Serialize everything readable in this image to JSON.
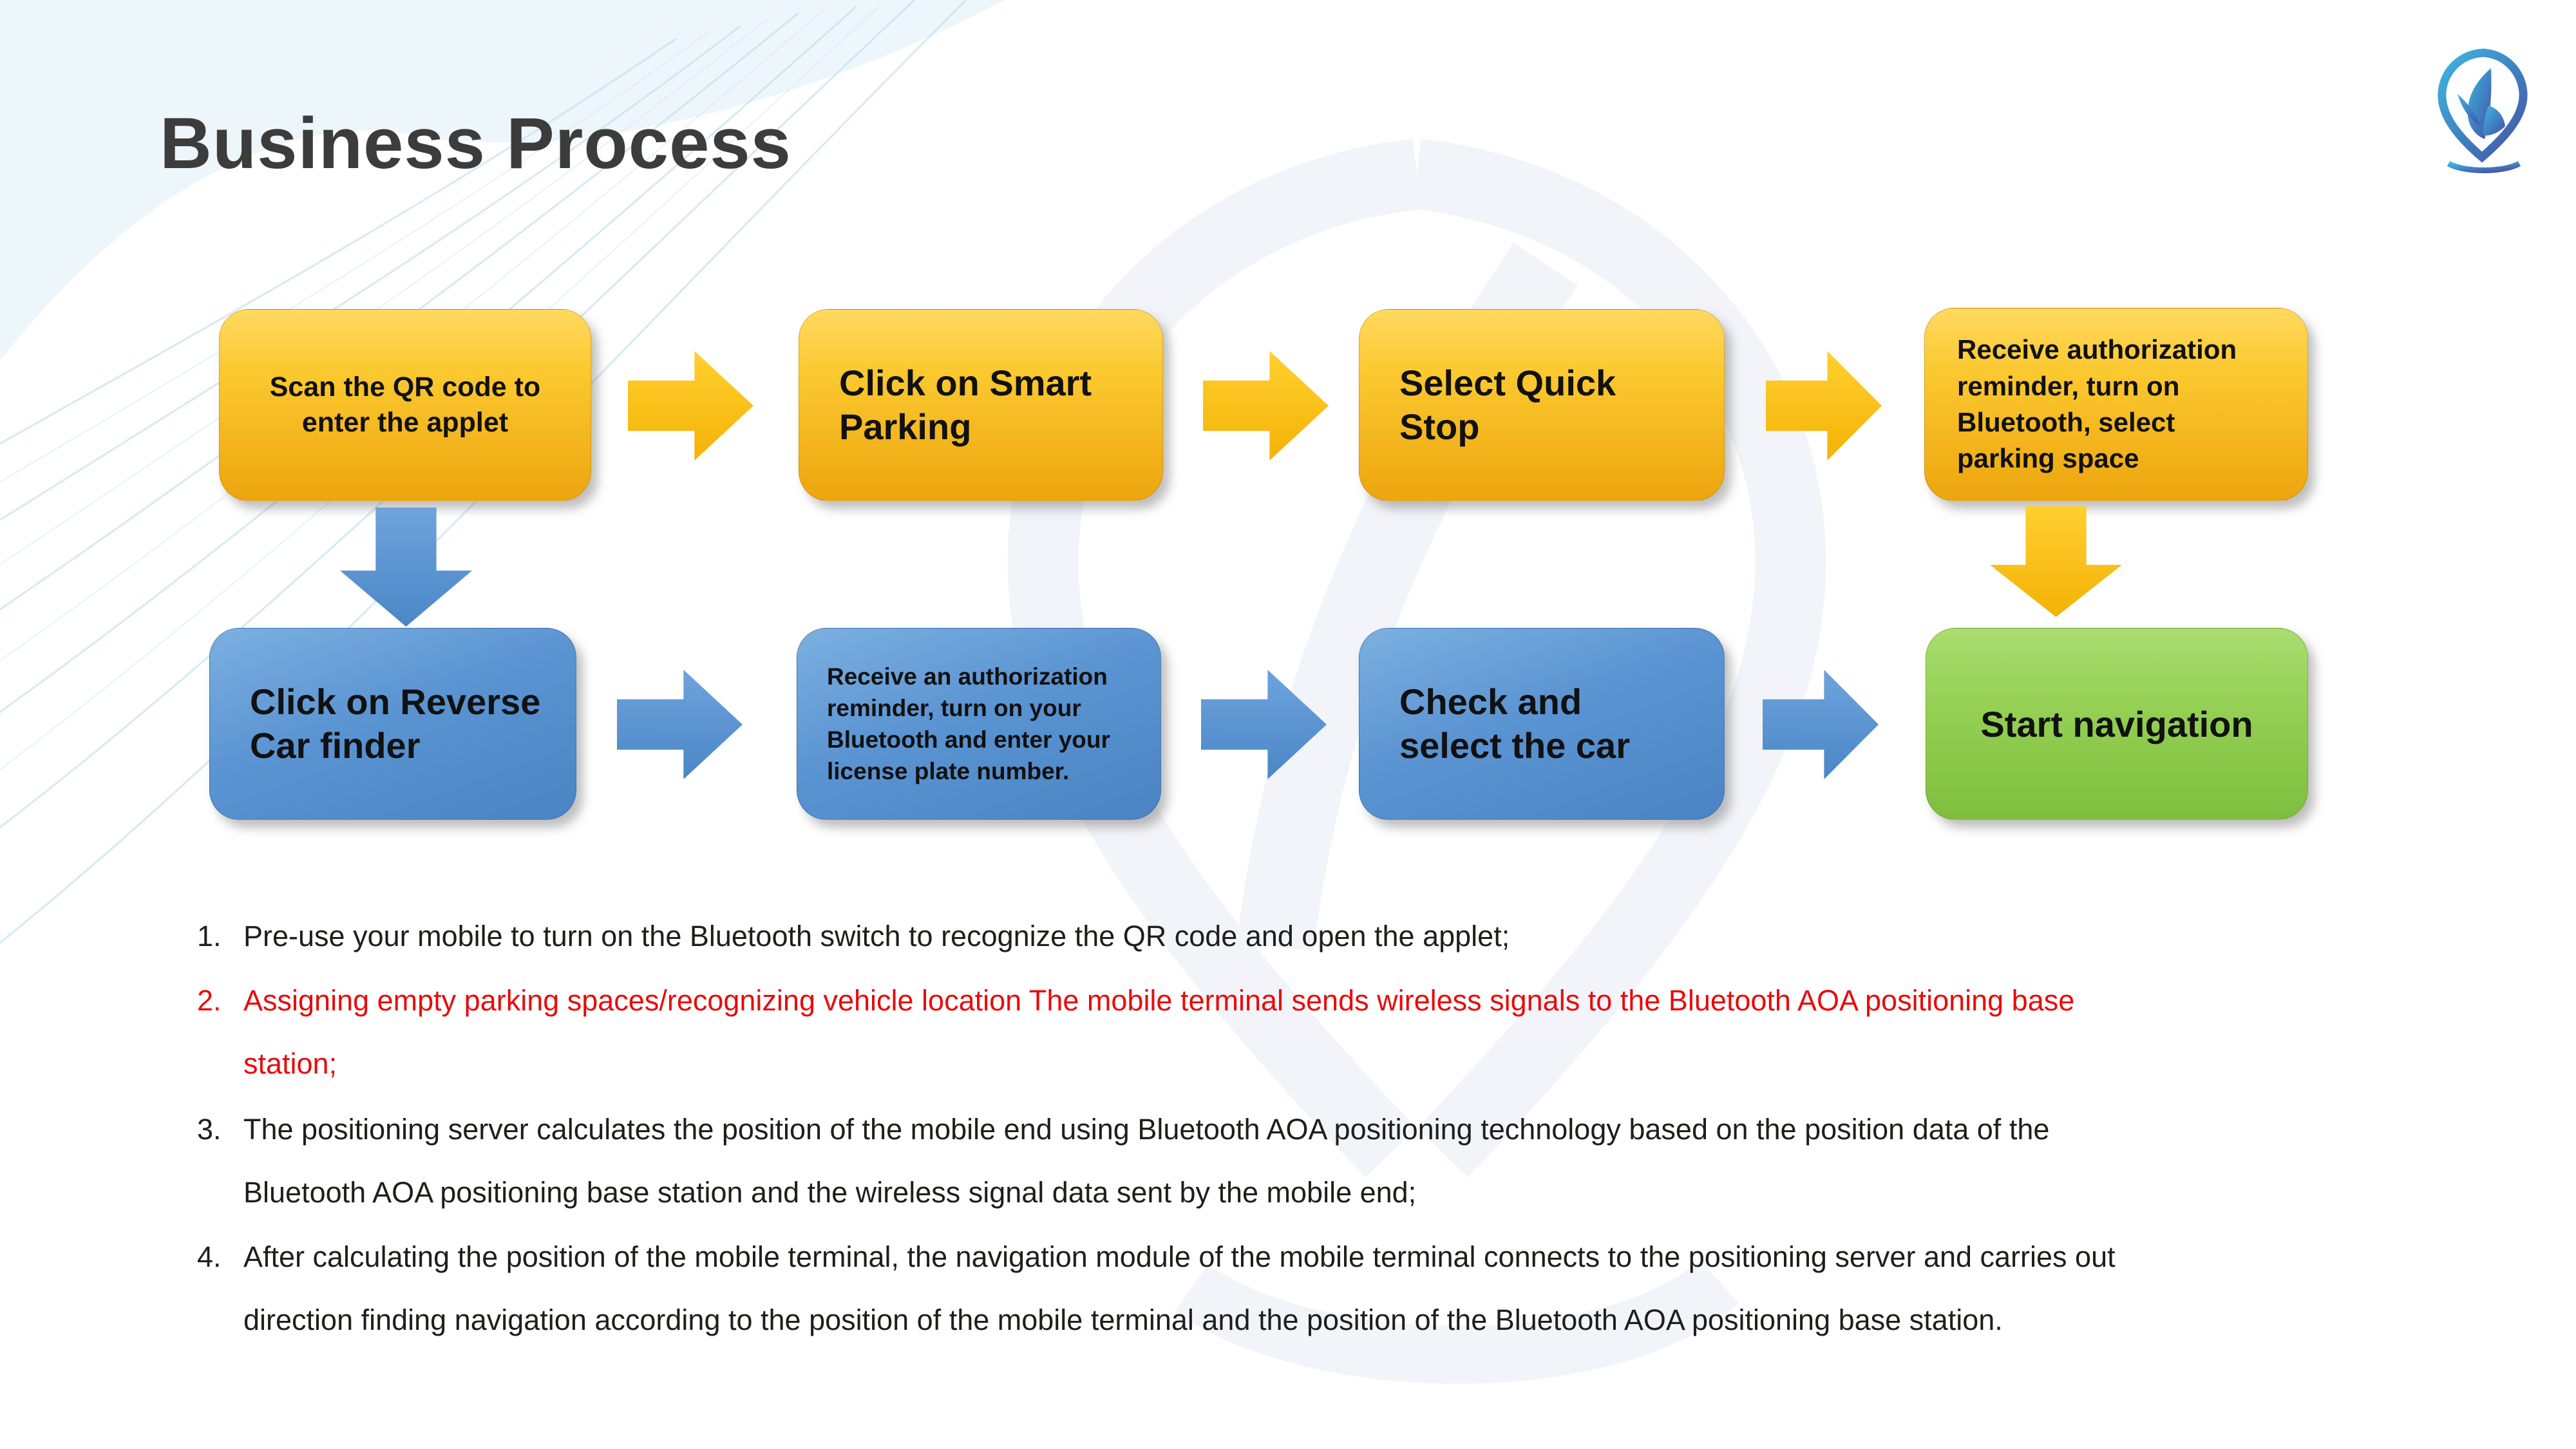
{
  "slide": {
    "title": "Business Process",
    "logo_icon": "location-pin-logo"
  },
  "colors": {
    "box_yellow": "#fbc930",
    "box_blue": "#5b94d2",
    "box_green": "#93cf52",
    "arrow_yellow": "#f9c110",
    "arrow_blue": "#5b94d2",
    "note_text": "#1f1e1c",
    "note_highlight": "#e80b0b",
    "title_text": "#3c3c3c"
  },
  "flow": {
    "row1": [
      {
        "label": "Scan the QR code to enter the applet"
      },
      {
        "label": "Click on Smart Parking"
      },
      {
        "label": "Select Quick Stop"
      },
      {
        "label": "Receive authorization reminder, turn on Bluetooth, select parking space"
      }
    ],
    "row2": [
      {
        "label": "Click on Reverse Car finder"
      },
      {
        "label": "Receive an authorization reminder, turn on your Bluetooth and enter your license plate number."
      },
      {
        "label": "Check and select the car"
      },
      {
        "label": "Start navigation"
      }
    ]
  },
  "notes": [
    {
      "number": "1.",
      "lines": [
        "Pre-use your mobile to turn on the Bluetooth switch to recognize the QR code and open the applet;"
      ]
    },
    {
      "number": "2.",
      "lines": [
        "Assigning empty parking spaces/recognizing vehicle location The mobile terminal sends wireless signals to the Bluetooth AOA positioning base",
        "station;"
      ]
    },
    {
      "number": "3.",
      "lines": [
        "The positioning server calculates the position of the mobile end using Bluetooth AOA positioning technology based on the position data of the",
        "Bluetooth AOA positioning base station and the wireless signal data sent by the mobile end;"
      ]
    },
    {
      "number": "4.",
      "lines": [
        "After calculating the position of the mobile terminal, the navigation module of the mobile terminal connects to the positioning server and carries out",
        "direction finding navigation according to the position of the mobile terminal and the position of the Bluetooth AOA positioning base station."
      ]
    }
  ]
}
